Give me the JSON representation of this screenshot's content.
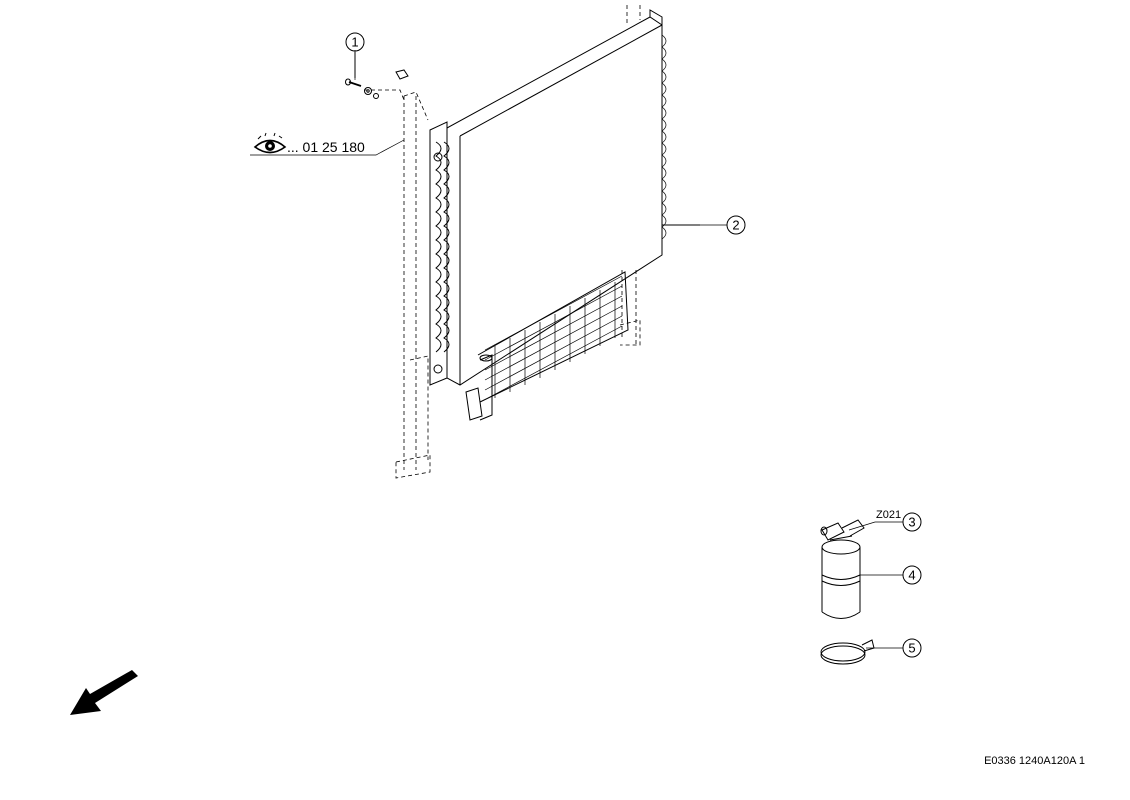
{
  "diagram": {
    "callouts": [
      {
        "id": "1",
        "label": "1"
      },
      {
        "id": "2",
        "label": "2"
      },
      {
        "id": "3",
        "label": "3"
      },
      {
        "id": "4",
        "label": "4"
      },
      {
        "id": "5",
        "label": "5"
      }
    ],
    "reference": {
      "icon": "eye-icon",
      "text": "... 01 25 180"
    },
    "part_code": "Z021",
    "drawing_id": "E0336 1240A120A 1",
    "orientation_icon": "direction-arrow-icon"
  }
}
